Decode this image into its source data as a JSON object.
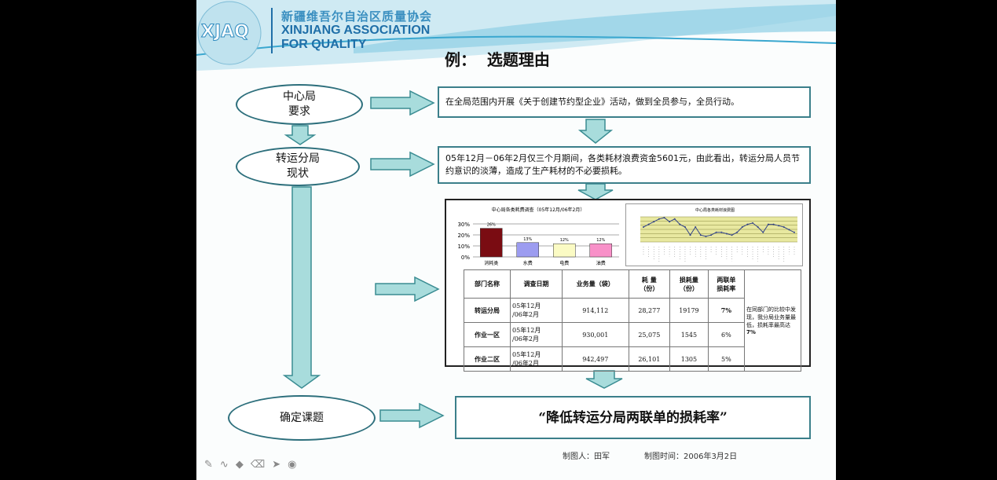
{
  "header": {
    "org_cn": "新疆维吾尔自治区质量协会",
    "org_en_1": "XINJIANG ASSOCIATION",
    "org_en_2": "FOR QUALITY",
    "logo_text": "XJAQ",
    "slide_title": "例：  选题理由"
  },
  "flow": {
    "step1": {
      "label": "中心局\n要求",
      "text": "在全局范围内开展《关于创建节约型企业》活动，做到全员参与，全员行动。"
    },
    "step2": {
      "label": "转运分局\n现状",
      "text": "05年12月－06年2月仅三个月期间，各类耗材浪费资金5601元，由此看出，转运分局人员节约意识的淡薄，造成了生产耗材的不必要损耗。"
    },
    "step3": {
      "label": "确定课题",
      "text": "“降低转运分局两联单的损耗率”"
    }
  },
  "table": {
    "headers": [
      "部门名称",
      "调查日期",
      "业务量（袋）",
      "耗 量\n（份）",
      "损耗量\n（份）",
      "两联单\n损耗率"
    ],
    "rows": [
      [
        "转运分局",
        "05年12月\n/06年2月",
        "914,112",
        "28,277",
        "19179",
        "7%"
      ],
      [
        "作业一区",
        "05年12月\n/06年2月",
        "930,001",
        "25,075",
        "1545",
        "6%"
      ],
      [
        "作业二区",
        "05年12月\n/06年2月",
        "942,497",
        "26,101",
        "1305",
        "5%"
      ]
    ],
    "note": "在同部门的比较中发现，我分局业务量最低，损耗率最高达",
    "note_value": "7%"
  },
  "chart_data": [
    {
      "type": "bar",
      "title": "中心局各类耗费调查（05年12月/06年2月）",
      "categories": [
        "消耗类",
        "水费",
        "电费",
        "油费"
      ],
      "values": [
        26,
        13,
        12,
        12
      ],
      "labels": [
        "26%",
        "13%",
        "12%",
        "12%"
      ],
      "colors": [
        "#7a0c12",
        "#9c9cf0",
        "#fbfbc4",
        "#f890c8"
      ],
      "yticks": [
        "0%",
        "10%",
        "20%",
        "30%"
      ],
      "ylim": [
        0,
        30
      ]
    },
    {
      "type": "line",
      "title": "中心局各类耗材浪费图",
      "values": [
        5,
        6,
        7,
        8,
        8.5,
        7,
        8,
        6,
        5,
        2,
        5,
        2,
        1.5,
        2,
        3,
        3,
        2.5,
        2,
        3,
        5,
        6,
        6.5,
        5,
        3,
        6,
        6,
        5.5,
        5,
        4,
        3
      ],
      "color": "#334488",
      "bg": "#e8e8a0"
    }
  ],
  "footer": {
    "author": "制图人：田军",
    "date": "制图时间：2006年3月2日"
  },
  "toolbar": [
    "pen-icon",
    "curve-icon",
    "fill-icon",
    "eraser-icon",
    "pointer-icon",
    "record-icon"
  ]
}
